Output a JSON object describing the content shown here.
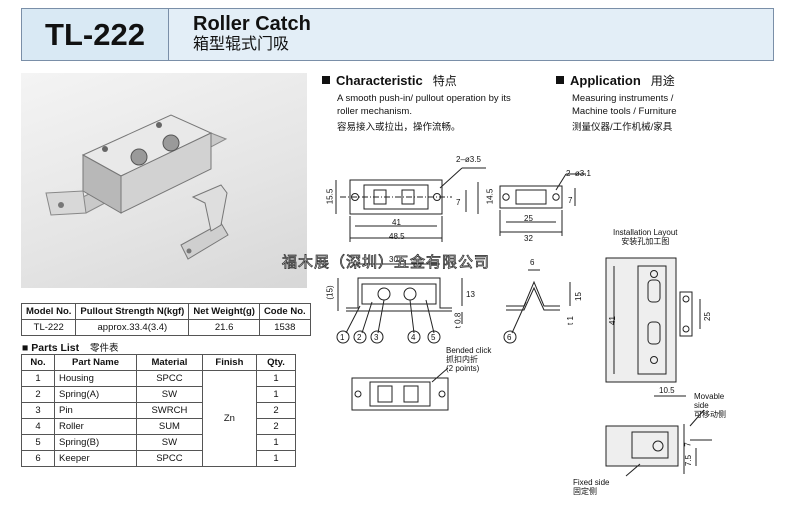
{
  "header": {
    "model": "TL-222",
    "title_en": "Roller Catch",
    "title_cn": "箱型辊式门吸"
  },
  "spec_table": {
    "headers": [
      "Model No.",
      "Pullout Strength N(kgf)",
      "Net Weight(g)",
      "Code No."
    ],
    "row": [
      "TL-222",
      "approx.33.4(3.4)",
      "21.6",
      "1538"
    ]
  },
  "parts": {
    "title": "Parts List",
    "title_cn": "零件表",
    "headers": [
      "No.",
      "Part Name",
      "Material",
      "Finish",
      "Qty."
    ],
    "finish": "Zn",
    "rows": [
      {
        "no": "1",
        "name": "Housing",
        "material": "SPCC",
        "qty": "1"
      },
      {
        "no": "2",
        "name": "Spring(A)",
        "material": "SW",
        "qty": "1"
      },
      {
        "no": "3",
        "name": "Pin",
        "material": "SWRCH",
        "qty": "2"
      },
      {
        "no": "4",
        "name": "Roller",
        "material": "SUM",
        "qty": "2"
      },
      {
        "no": "5",
        "name": "Spring(B)",
        "material": "SW",
        "qty": "1"
      },
      {
        "no": "6",
        "name": "Keeper",
        "material": "SPCC",
        "qty": "1"
      }
    ]
  },
  "characteristic": {
    "title": "Characteristic",
    "title_cn": "特点",
    "line1": "A smooth push-in/ pullout operation by its",
    "line2": "roller mechanism.",
    "cn": "容易接入或拉出，操作流畅。"
  },
  "application": {
    "title": "Application",
    "title_cn": "用途",
    "line1": "Measuring instruments /",
    "line2": "Machine tools / Furniture",
    "cn": "测量仪器/工作机械/家具"
  },
  "drawing": {
    "hole_left": "2–ø3.5",
    "hole_right": "2–ø3.1",
    "dim_15_5": "15.5",
    "dim_41": "41",
    "dim_48_5": "48.5",
    "dim_7": "7",
    "dim_14_5": "14.5",
    "dim_25": "25",
    "dim_32": "32",
    "dim_7b": "7",
    "dim_15": "(15)",
    "dim_30_5": "30.5",
    "dim_13": "13",
    "dim_t08": "t 0.8",
    "dim_6": "6",
    "dim_15b": "15",
    "dim_t1": "t 1",
    "callouts": [
      "1",
      "2",
      "3",
      "4",
      "5",
      "6"
    ],
    "bend_note_en": "Bended click",
    "bend_note_cn": "抓扣内折",
    "bend_note_pts": "(2 points)",
    "install_en": "Installation Layout",
    "install_cn": "安装孔加工图",
    "inst_41": "41",
    "inst_25": "25",
    "inst_10_5": "10.5",
    "movable_en1": "Movable",
    "movable_en2": "side",
    "movable_cn": "可移动侧",
    "fixed_en": "Fixed side",
    "fixed_cn": "固定侧",
    "inst_7": "7",
    "inst_7_5": "7.5"
  },
  "watermark": "福木展（深圳）五金有限公司"
}
